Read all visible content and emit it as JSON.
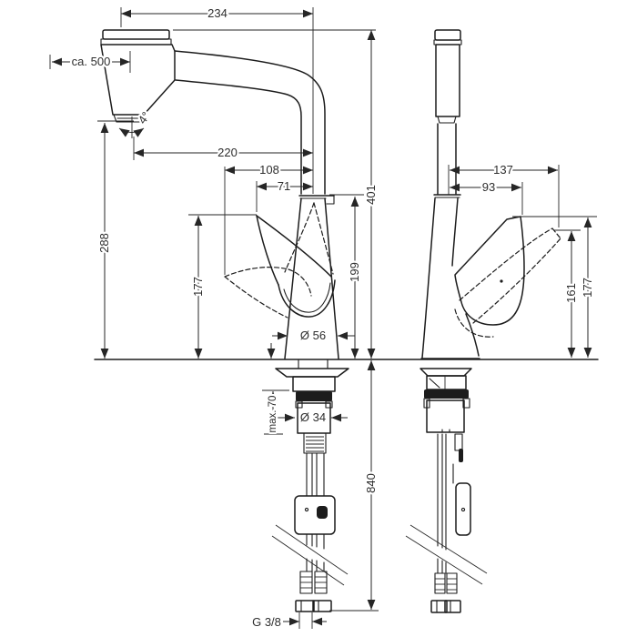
{
  "drawing_title": "kitchen faucet dimensional drawing, front and side views",
  "colors": {
    "line": "#1c1c1c",
    "text": "#2e2e2e",
    "background": "#ffffff"
  },
  "views": {
    "front": {
      "dim_overall_reach": "234",
      "dim_hose_pullout": "ca. 500",
      "dim_spray_angle": "4°",
      "dim_reach_outlet": "220",
      "dim_reach_mid": "108",
      "dim_reach_handle": "71",
      "dim_height_outlet": "288",
      "dim_height_handle": "177",
      "dim_height_joint": "199",
      "dim_height_total": "401",
      "dim_base_diameter": "Ø 56",
      "dim_counter_thickness": "max. 70",
      "dim_shank_diameter": "Ø 34",
      "dim_hose_drop": "840",
      "dim_thread": "G 3/8"
    },
    "side": {
      "dim_handle_reach_max": "137",
      "dim_handle_reach": "93",
      "dim_handle_height_min": "161",
      "dim_handle_height_max": "177"
    }
  }
}
